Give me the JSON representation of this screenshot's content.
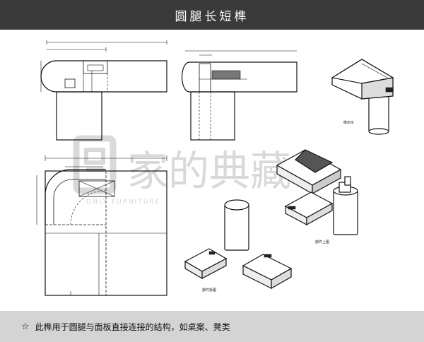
{
  "header": {
    "title": "圆腿长短榫"
  },
  "labels": {
    "view1_label": "榫卯示",
    "view2_label": "部件上图",
    "view3_label": "部件拆图"
  },
  "watermark": {
    "chinese": "家的典藏",
    "english": "ONLY FURNITURE"
  },
  "footer": {
    "star": "☆",
    "description": "此榫用于圆腿与面板直接连接的结构，如桌案、凳类"
  }
}
